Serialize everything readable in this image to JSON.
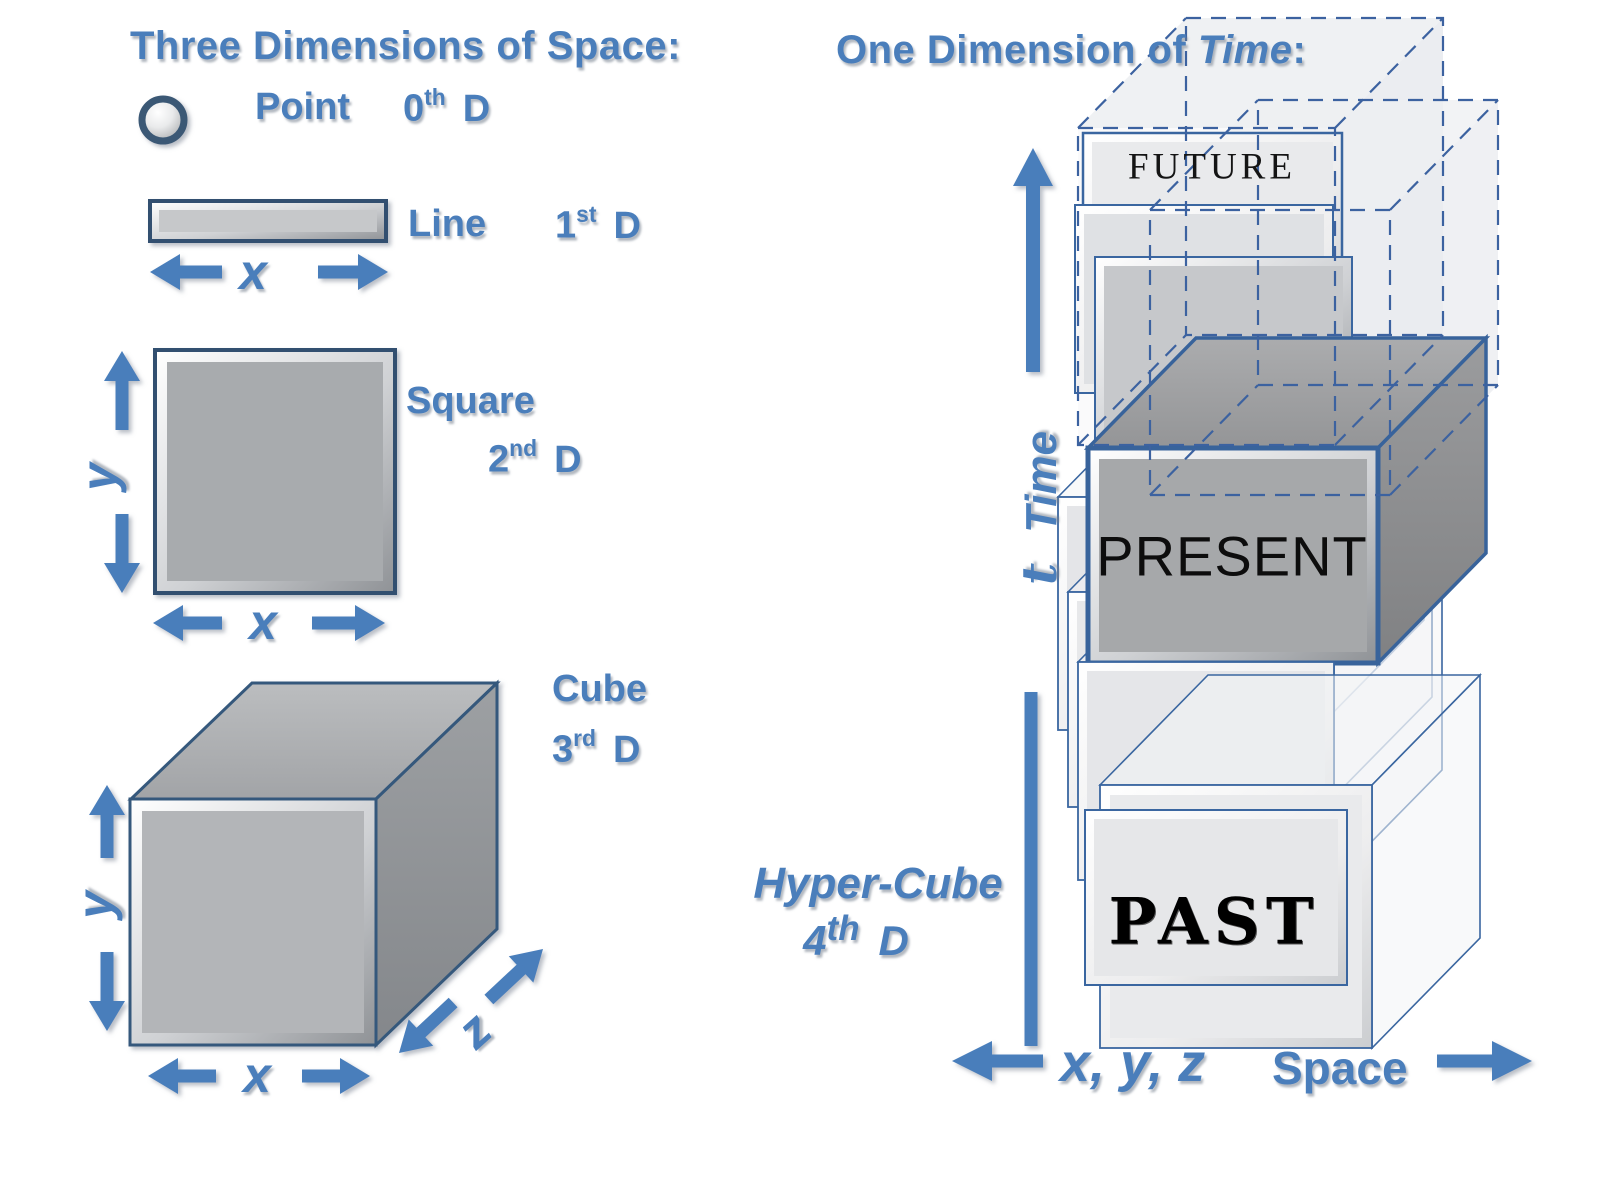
{
  "colors": {
    "accent_blue": "#4a7ebb",
    "navy_border": "#33516f",
    "box_border": "#3a66a0",
    "gray_face": "#a8abae",
    "light_slab": "#e8e9eb"
  },
  "left": {
    "title": "Three Dimensions of Space:",
    "point": {
      "label": "Point",
      "ord": {
        "num": "0",
        "sup": "th",
        "dim": "D"
      }
    },
    "line": {
      "label": "Line",
      "ord": {
        "num": "1",
        "sup": "st",
        "dim": "D"
      }
    },
    "square": {
      "label": "Square",
      "ord": {
        "num": "2",
        "sup": "nd",
        "dim": "D"
      }
    },
    "cube": {
      "label": "Cube",
      "ord": {
        "num": "3",
        "sup": "rd",
        "dim": "D"
      }
    },
    "axes": {
      "x": "x",
      "y": "y",
      "z": "z"
    }
  },
  "right": {
    "title": {
      "prefix": "One Dimension of ",
      "emph": "Time",
      "suffix": ":"
    },
    "future_label": "FUTURE",
    "present_label": "PRESENT",
    "past_label": "PAST",
    "time_axis": {
      "symbol": "t",
      "label": "Time"
    },
    "hypercube": {
      "label": "Hyper-Cube",
      "ord": {
        "num": "4",
        "sup": "th",
        "dim": "D"
      }
    },
    "space_axis": {
      "coords": "x, y, z",
      "label": "Space"
    }
  }
}
